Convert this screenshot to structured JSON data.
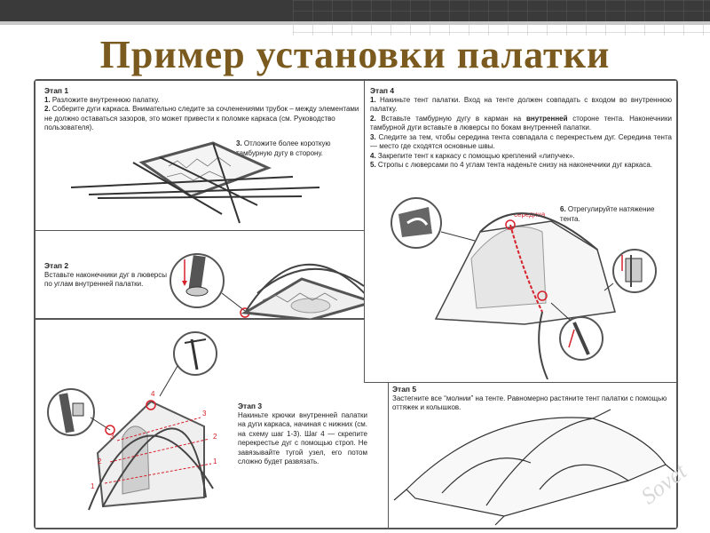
{
  "title": "Пример установки палатки",
  "step1": {
    "heading": "Этап 1",
    "item1_num": "1.",
    "item1": "Разложите внутреннюю палатку.",
    "item2_num": "2.",
    "item2": "Соберите дуги каркаса. Внимательно следите за сочленениями трубок – между элементами не должно оставаться зазоров, это может привести к поломке каркаса (см. Руководство пользователя).",
    "item3_num": "3.",
    "item3": "Отложите более короткую тамбурную дугу в сторону."
  },
  "step2": {
    "heading": "Этап 2",
    "text": "Вставьте наконечники дуг в люверсы по углам внутренней палатки."
  },
  "step3": {
    "heading": "Этап 3",
    "text": "Накиньте крючки внутренней палатки на дуги каркаса, начиная с нижних (см. на схему шаг 1-3). Шаг 4 — скрепите перекрестье дуг с помощью строп. Не завязывайте тугой узел, его потом сложно будет развязать.",
    "marks": [
      "1",
      "2",
      "3",
      "4",
      "3",
      "2",
      "1"
    ]
  },
  "step4": {
    "heading": "Этап 4",
    "item1_num": "1.",
    "item1": "Накиньте тент палатки. Вход на тенте должен совпадать с входом во внутреннюю палатку.",
    "item2_num": "2.",
    "item2_a": "Вставьте тамбурную дугу в карман на ",
    "item2_bold": "внутренней",
    "item2_b": " стороне тента. Наконечники тамбурной дуги вставьте в люверсы по бокам внутренней палатки.",
    "item3_num": "3.",
    "item3": "Следите за тем, чтобы середина тента совпадала с перекрестьем дуг. Середина тента — место где сходятся основные швы.",
    "item4_num": "4.",
    "item4": "Закрепите тент к каркасу с помощью креплений «липучек».",
    "item5_num": "5.",
    "item5": "Стропы с люверсами по 4 углам тента наденьте снизу на наконечники дуг каркаса.",
    "item6_num": "6.",
    "item6": "Отрегулируйте натяжение тента.",
    "middle_label": "середина"
  },
  "step5": {
    "heading": "Этап 5",
    "text": "Застегните все “молнии” на тенте. Равномерно растяните тент палатки с помощью оттяжек и колышков."
  },
  "logo": "Sovet",
  "colors": {
    "title": "#7a5a1e",
    "callout": "#d6202a",
    "topbar": "#3a3a3a"
  }
}
